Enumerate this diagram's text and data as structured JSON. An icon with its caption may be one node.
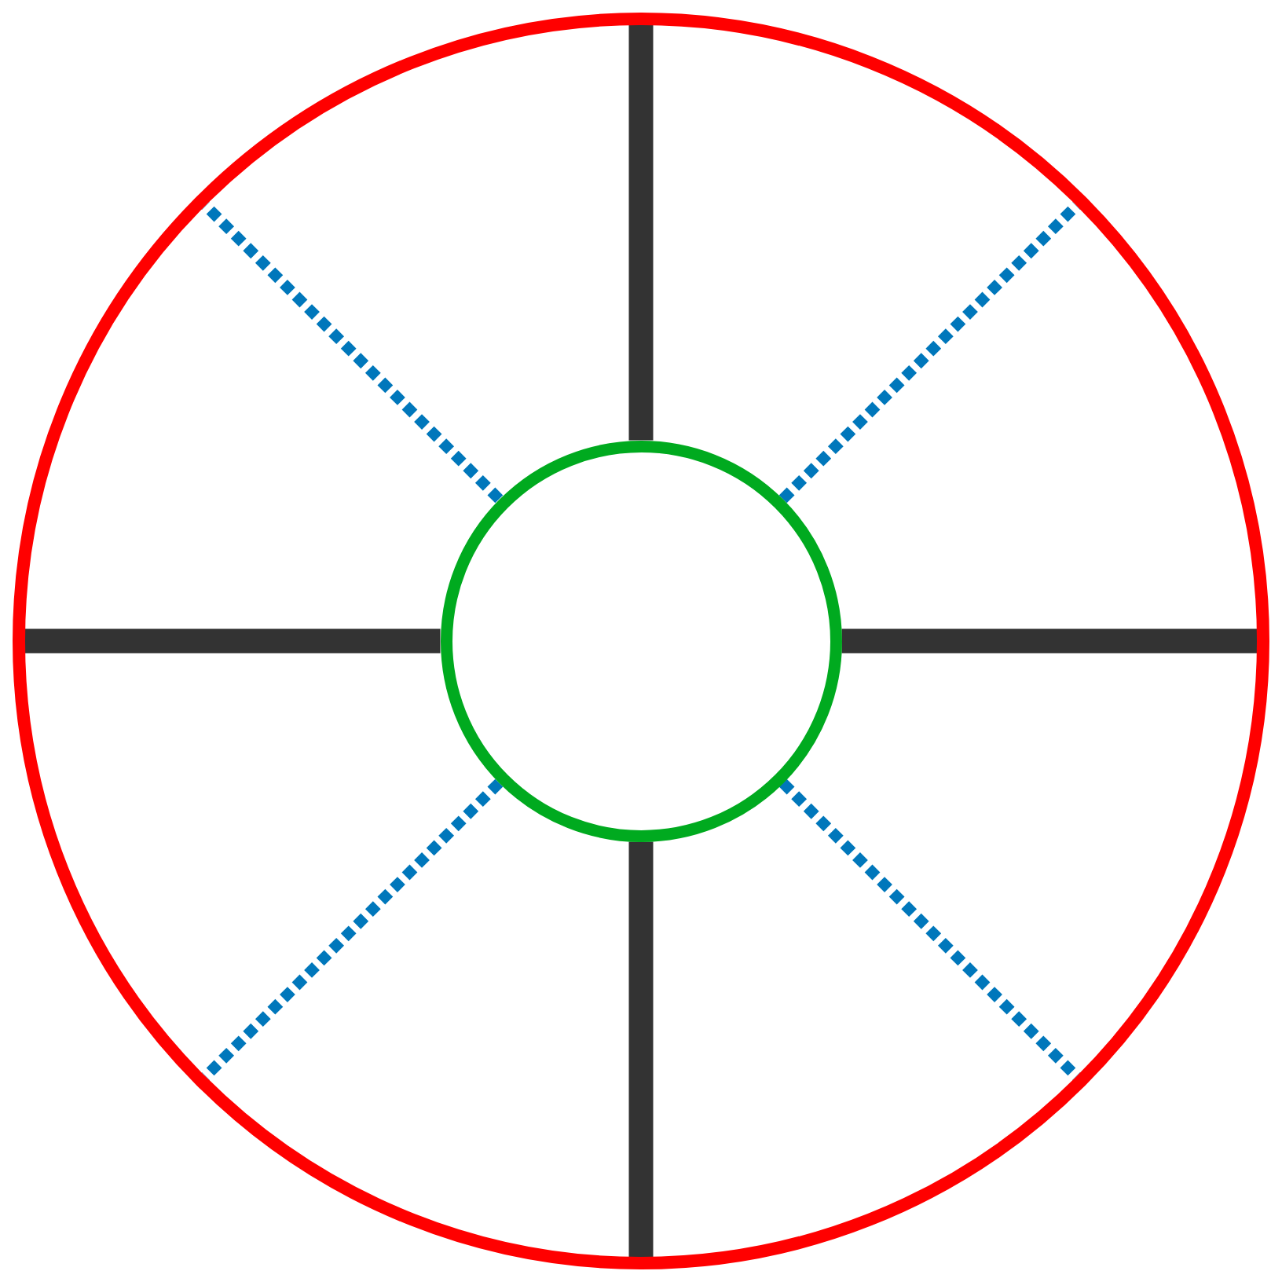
{
  "diagram": {
    "nodes": [
      {
        "text": [],
        "shape": "circle"
      },
      {
        "text": [],
        "shape": "circle",
        "in": 0
      }
    ],
    "edges": [
      {
        "from": 1,
        "to": 0,
        "arrow": "none",
        "style": "thick"
      },
      {
        "from": 1,
        "to": 0,
        "arrow": "none",
        "style": "thick"
      },
      {
        "from": 1,
        "to": 0,
        "arrow": "none",
        "style": "thick"
      },
      {
        "from": 1,
        "to": 0,
        "arrow": "none",
        "style": "thick"
      },
      {
        "from": 1,
        "to": 0,
        "arrow": "none",
        "style": "dashed",
        "color": "#0077bb"
      },
      {
        "from": 1,
        "to": 0,
        "arrow": "none",
        "style": "dashed",
        "color": "#0077bb"
      },
      {
        "from": 1,
        "to": 0,
        "arrow": "none",
        "style": "dashed",
        "color": "#0077bb"
      },
      {
        "from": 1,
        "to": 0,
        "arrow": "none",
        "style": "dashed",
        "color": "#0077bb"
      }
    ]
  }
}
